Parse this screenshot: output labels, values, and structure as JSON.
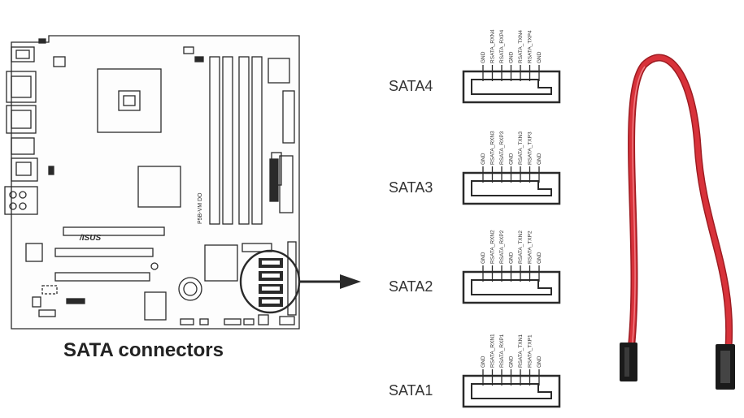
{
  "caption": "SATA connectors",
  "brand": "/ISUS",
  "board_label": "P5B-VM DO",
  "connectors": [
    {
      "name": "SATA4",
      "pins": [
        "GND",
        "RSATA_RXN4",
        "RSATA_RXP4",
        "GND",
        "RSATA_TXN4",
        "RSATA_TXP4",
        "GND"
      ]
    },
    {
      "name": "SATA3",
      "pins": [
        "GND",
        "RSATA_RXN3",
        "RSATA_RXP3",
        "GND",
        "RSATA_TXN3",
        "RSATA_TXP3",
        "GND"
      ]
    },
    {
      "name": "SATA2",
      "pins": [
        "GND",
        "RSATA_RXN2",
        "RSATA_RXP2",
        "GND",
        "RSATA_TXN2",
        "RSATA_TXP2",
        "GND"
      ]
    },
    {
      "name": "SATA1",
      "pins": [
        "GND",
        "RSATA_RXN1",
        "RSATA_RXP1",
        "GND",
        "RSATA_TXN1",
        "RSATA_TXP1",
        "GND"
      ]
    }
  ],
  "colors": {
    "line": "#2a2a2a",
    "cable": "#d8323a",
    "cable_dark": "#9e1c22",
    "plug": "#1a1a1a"
  }
}
